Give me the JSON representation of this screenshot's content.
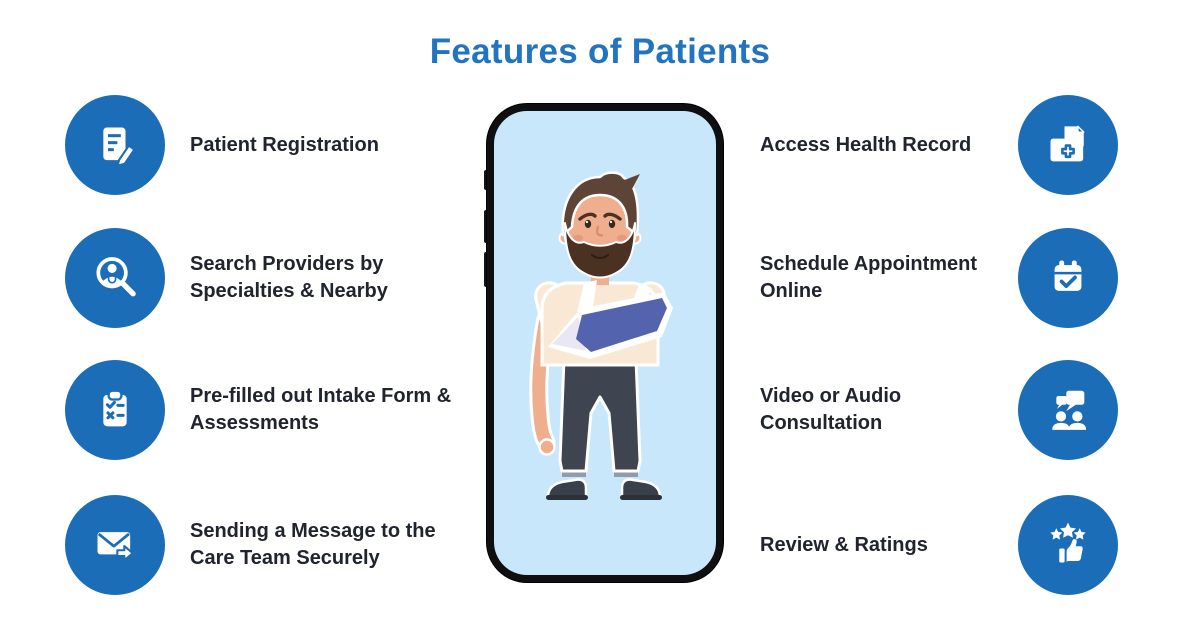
{
  "title": "Features of Patients",
  "colors": {
    "title_blue": "#2273c0",
    "icon_circle_blue": "#1b6db7",
    "text_dark": "#20242e",
    "phone_screen_blue": "#c9e7fb",
    "sling_blue": "#5363ae"
  },
  "left_features": [
    {
      "icon": "patient-registration-icon",
      "lines": [
        "Patient Registration",
        ""
      ]
    },
    {
      "icon": "search-providers-icon",
      "lines": [
        "Search Providers by",
        "Specialties & Nearby"
      ]
    },
    {
      "icon": "intake-form-icon",
      "lines": [
        "Pre-filled out Intake Form &",
        "Assessments"
      ]
    },
    {
      "icon": "secure-message-icon",
      "lines": [
        "Sending a Message to the",
        "Care Team Securely"
      ]
    }
  ],
  "right_features": [
    {
      "icon": "health-record-icon",
      "lines": [
        "Access Health Record",
        ""
      ]
    },
    {
      "icon": "schedule-appointment-icon",
      "lines": [
        "Schedule Appointment",
        "Online"
      ]
    },
    {
      "icon": "consultation-icon",
      "lines": [
        "Video or Audio",
        "Consultation"
      ]
    },
    {
      "icon": "review-ratings-icon",
      "lines": [
        "Review & Ratings",
        ""
      ]
    }
  ],
  "phone": {
    "illustration": "Injured man with arm in a sling on light blue screen"
  }
}
